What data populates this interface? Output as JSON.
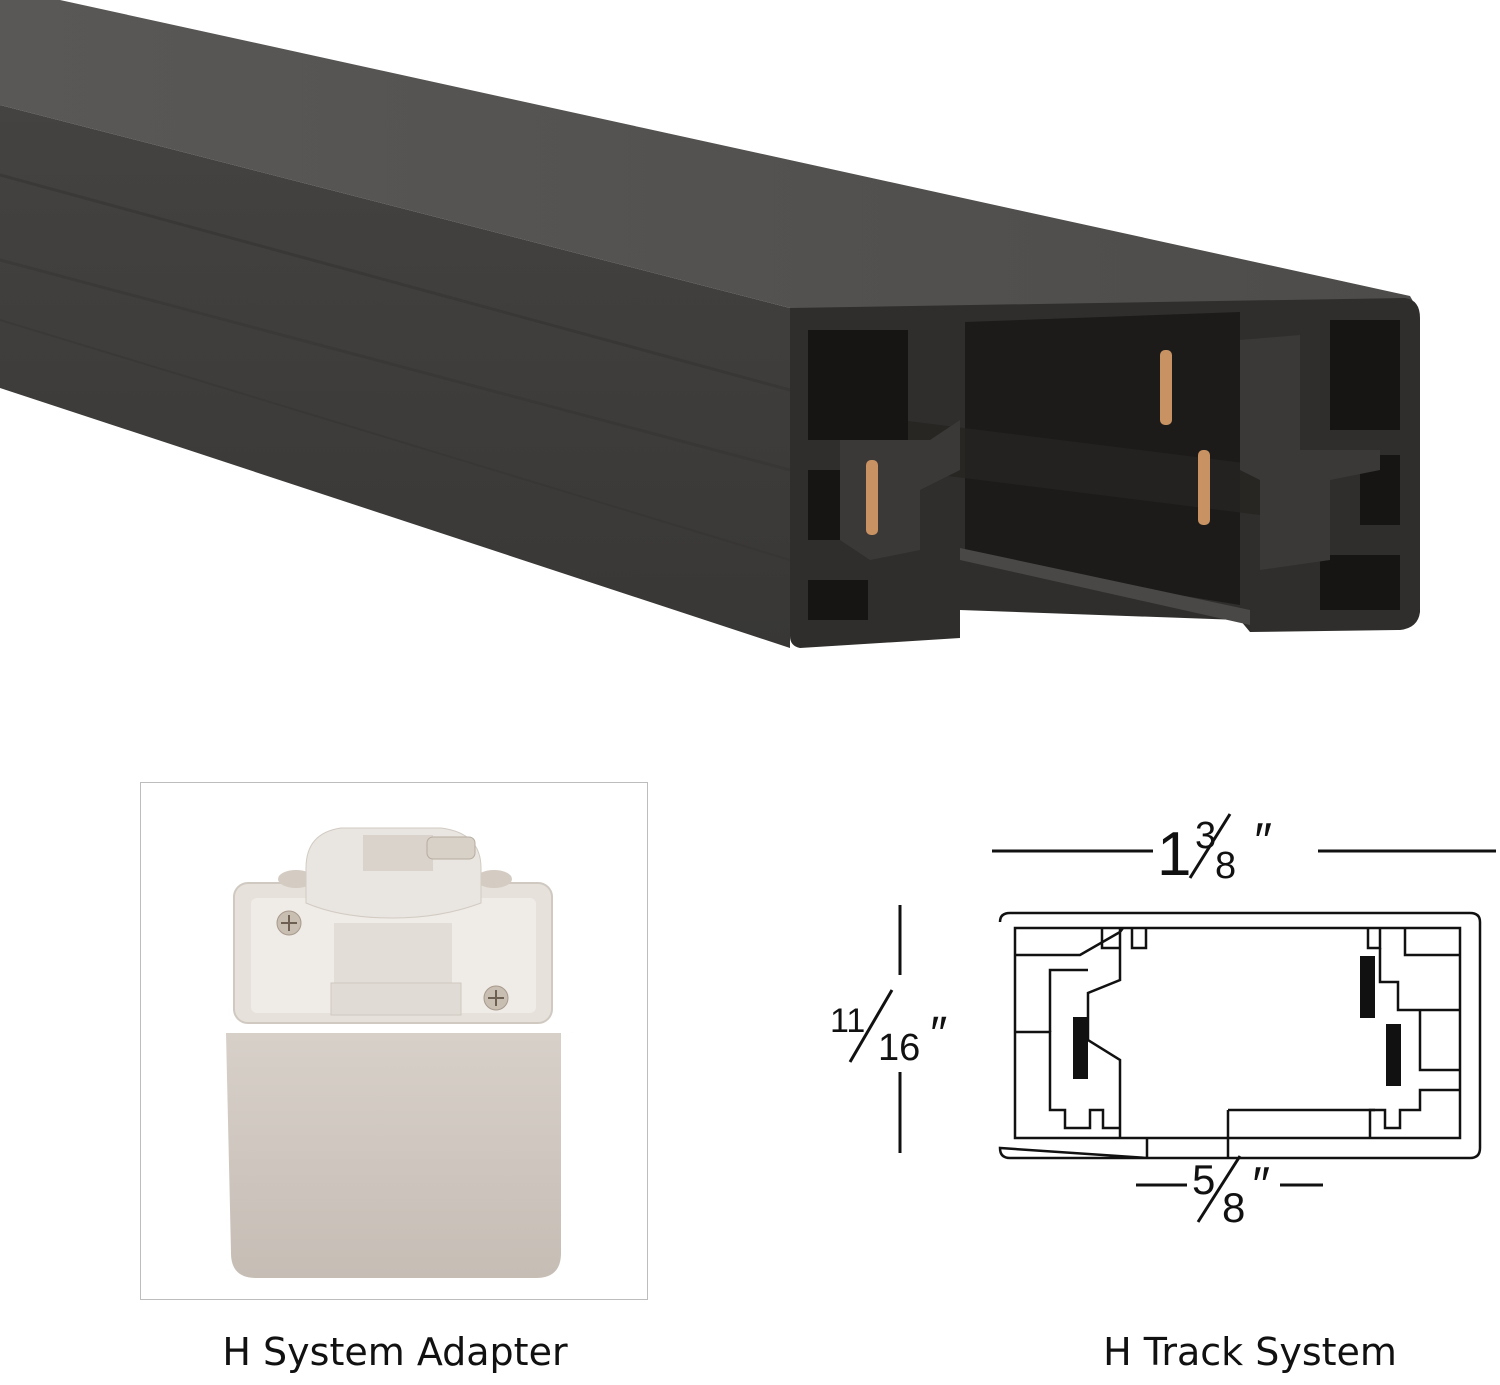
{
  "product_image": {
    "subject": "black H track rail section with copper contacts",
    "colors": {
      "track_body": "#3d3c3a",
      "track_top": "#565452",
      "track_end_face": "#2f2e2c",
      "copper_contact": "#c89262",
      "background": "#ffffff"
    }
  },
  "adapter_panel": {
    "subject": "white H system adapter",
    "caption": "H System Adapter",
    "colors": {
      "adapter_body": "#cdc5bd",
      "frame_border": "#bdbdbd"
    }
  },
  "dimension_diagram": {
    "caption": "H Track System",
    "width_label": {
      "whole": "1",
      "num": "3",
      "den": "8",
      "unit": "″"
    },
    "height_label": {
      "num": "11",
      "den": "16",
      "unit": "″"
    },
    "opening_label": {
      "num": "5",
      "den": "8",
      "unit": "″"
    }
  }
}
